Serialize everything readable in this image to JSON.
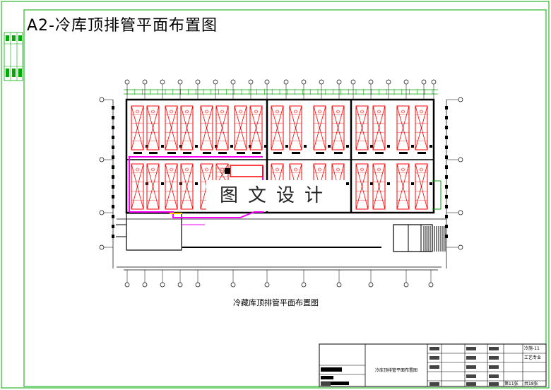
{
  "sheet_title": "A2-冷库顶排管平面布置图",
  "drawing_caption": "冷藏库顶排管平面布置图",
  "watermark": "图文设计",
  "title_block": {
    "drawing_name": "冷库顶排管平面布置图",
    "sheet_no": "冷施-11",
    "discipline": "工艺专业",
    "page": "第11张",
    "total": "共18张"
  },
  "colors": {
    "frame": "#00aa00",
    "walls": "#000000",
    "coil": "#ff0000",
    "pipe": "#ff00ff",
    "gridline": "#000000"
  }
}
